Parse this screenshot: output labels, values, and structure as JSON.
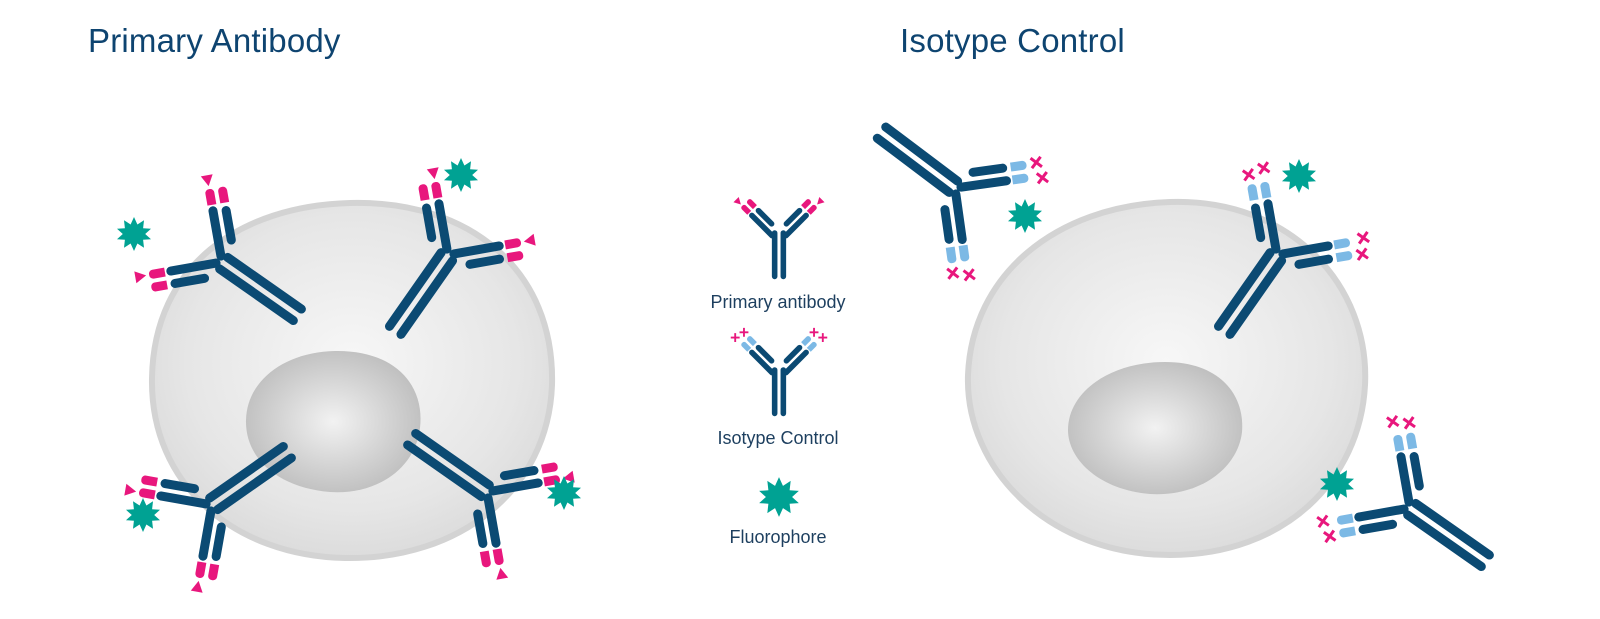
{
  "panels": {
    "left": {
      "title": "Primary Antibody"
    },
    "right": {
      "title": "Isotype Control"
    }
  },
  "legend": {
    "items": [
      {
        "label": "Primary antibody",
        "icon": "primary-antibody-icon"
      },
      {
        "label": "Isotype Control",
        "icon": "isotype-control-icon"
      },
      {
        "label": "Fluorophore",
        "icon": "fluorophore-icon"
      }
    ]
  },
  "colors": {
    "antibody_dark": "#0b4a73",
    "primary_tip": "#e8177d",
    "isotype_tip": "#7cb9e5",
    "isotype_marker": "#e8177d",
    "fluorophore": "#00a293",
    "cell_fill": "#ededed",
    "cell_edge": "#d0d0d0",
    "nucleus_fill": "#c8c8c8",
    "title_text": "#0e4470"
  }
}
